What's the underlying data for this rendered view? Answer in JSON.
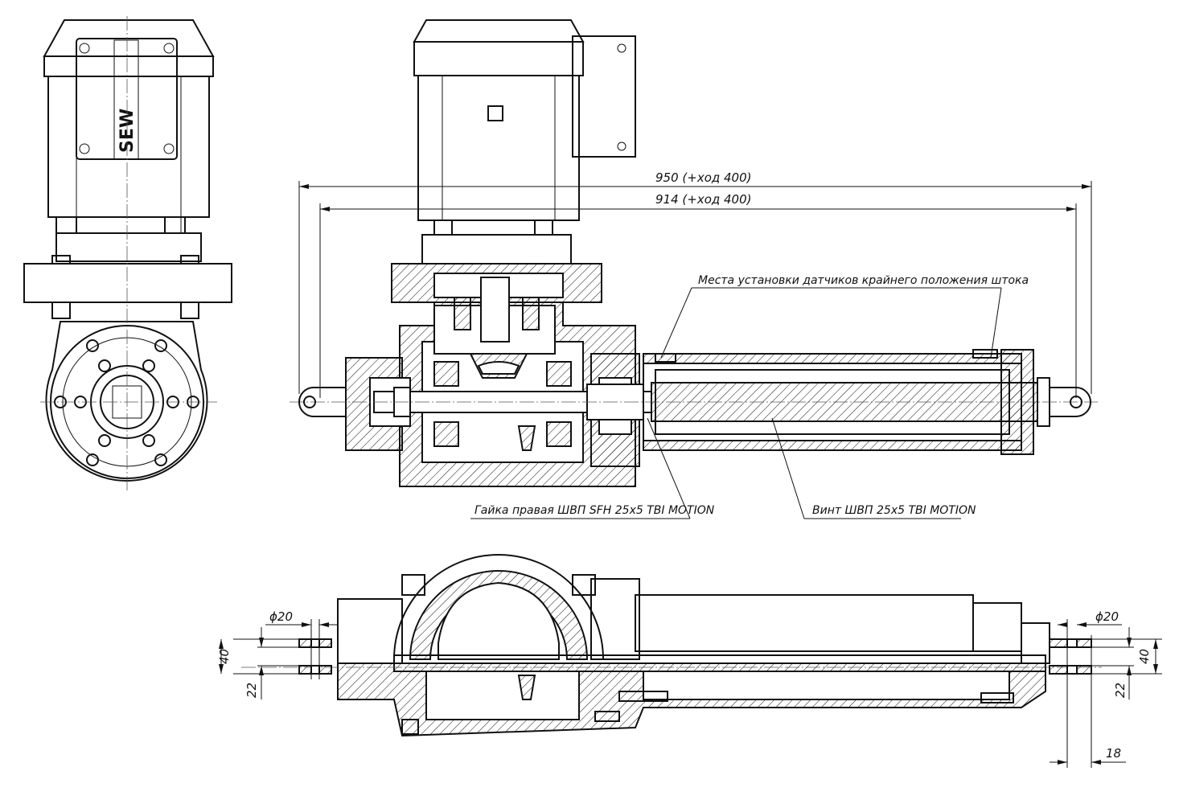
{
  "drawing": {
    "logo_text": "SEW",
    "dimensions": {
      "overall_length": "950 (+ход 400)",
      "eye_to_eye": "914 (+ход 400)",
      "left_diameter": "ϕ20",
      "right_diameter": "ϕ20",
      "left_width": "40",
      "left_slot": "22",
      "right_width": "40",
      "right_slot": "22",
      "eye_thickness": "18"
    },
    "callouts": {
      "sensor_positions": "Места установки датчиков крайнего положения штока",
      "ball_nut": "Гайка правая ШВП SFH 25x5 TBI MOTION",
      "ball_screw": "Винт ШВП 25x5 TBI MOTION"
    }
  }
}
